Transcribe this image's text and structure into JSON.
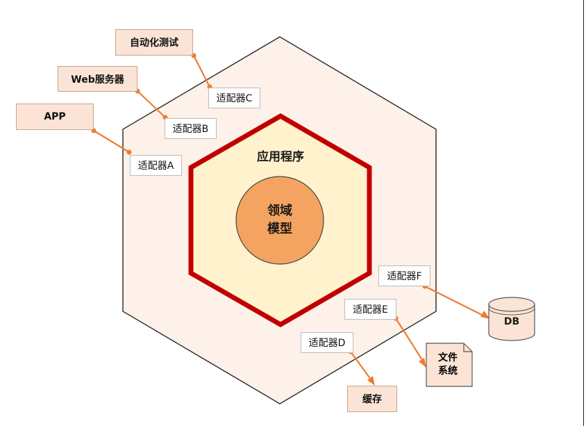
{
  "application": {
    "title": "应用程序"
  },
  "domain_model": {
    "line1": "领域",
    "line2": "模型"
  },
  "externals": {
    "app": "APP",
    "web_server": "Web服务器",
    "auto_test": "自动化测试",
    "cache": "缓存",
    "file_system": {
      "line1": "文件",
      "line2": "系统"
    },
    "db": "DB"
  },
  "adapters": {
    "a": "适配器A",
    "b": "适配器B",
    "c": "适配器C",
    "d": "适配器D",
    "e": "适配器E",
    "f": "适配器F"
  },
  "colors": {
    "outer_hex_fill": "#fdf1e9",
    "inner_hex_fill": "#fff2cc",
    "inner_hex_border": "#c00000",
    "domain_circle": "#f4a460",
    "connector": "#ed7d31",
    "external_fill": "#fbe4d5"
  }
}
